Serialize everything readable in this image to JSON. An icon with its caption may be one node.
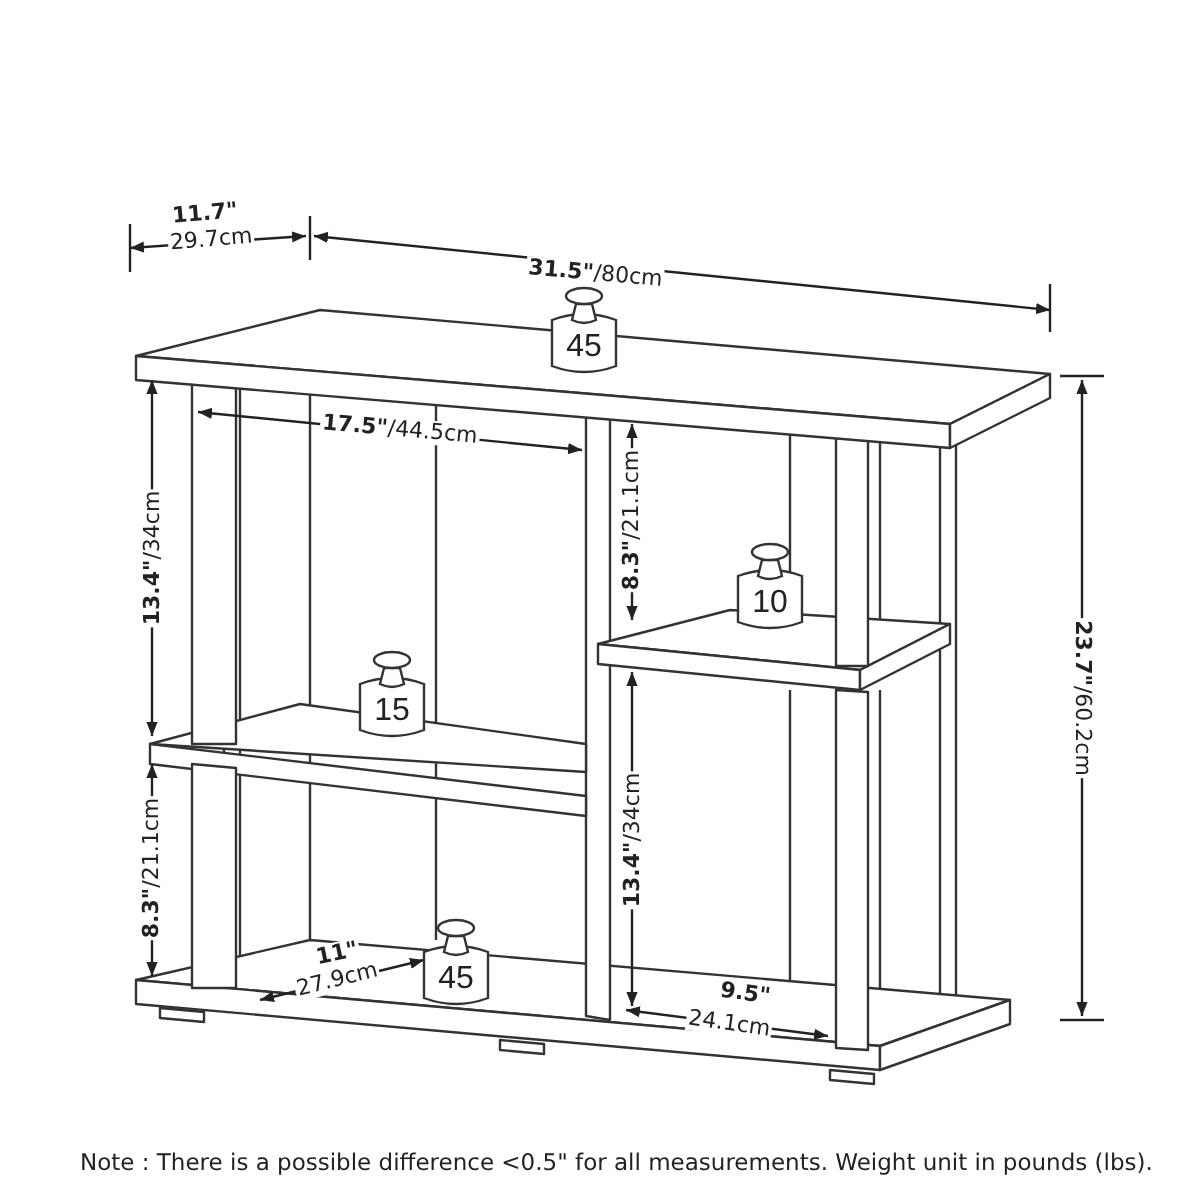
{
  "diagram": {
    "nodes": [
      {
        "text": [
          "45"
        ]
      },
      {
        "text": [
          "10"
        ]
      },
      {
        "text": [
          "15"
        ]
      },
      {
        "text": [
          "45"
        ]
      }
    ],
    "labels": [
      "11.7\"",
      "29.7cm",
      "**31.5\"**/80cm",
      "**17.5\"**/44.5cm",
      "**13.4\"**/34cm",
      "**8.3\"**/21.1cm",
      "**23.7\"**/60.2cm",
      "**8.3\"**/21.1cm",
      "**13.4\"**/34cm",
      "11\"",
      "27.9cm",
      "9.5\"",
      "24.1cm",
      "Note : There is a possible difference <0.5\" for all measurements. Weight unit in pounds (lbs)."
    ]
  }
}
